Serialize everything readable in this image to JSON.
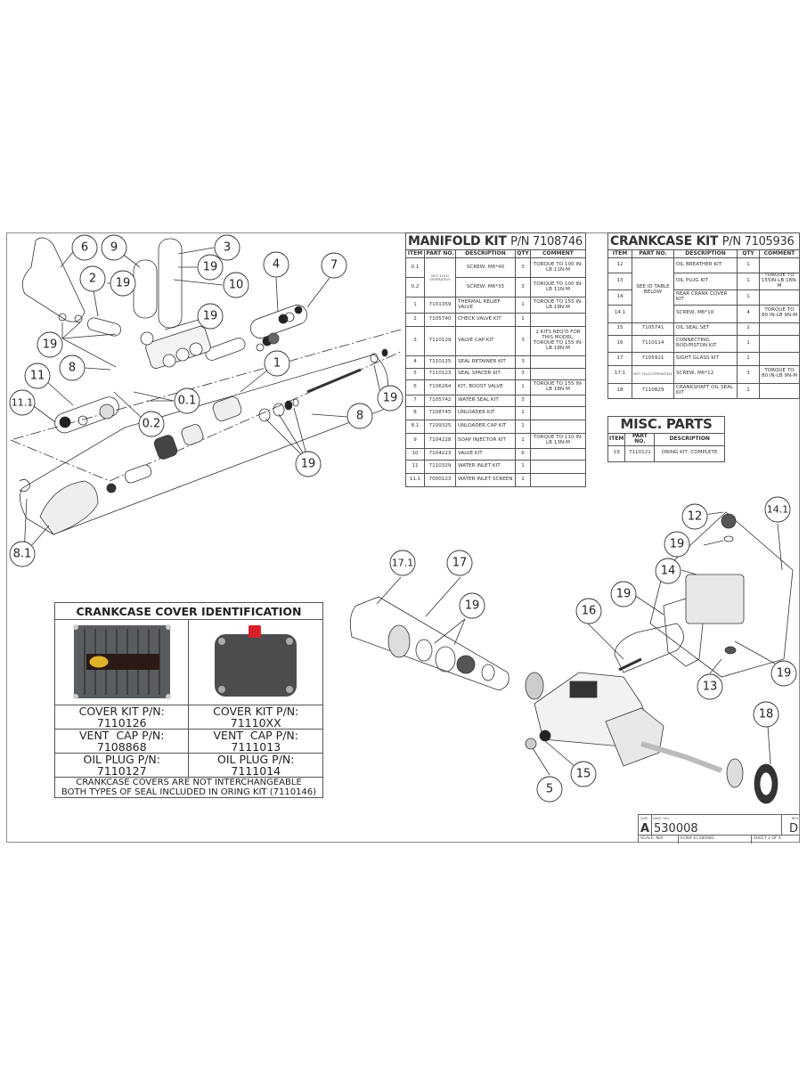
{
  "manifold_kit": {
    "title": "MANIFOLD KIT",
    "pn_label": "P/N 7108746",
    "headers": [
      "ITEM",
      "PART NO.",
      "DESCRIPTION",
      "QTY",
      "COMMENT"
    ],
    "not_sold_note": "NOT SOLD SEPERATELY",
    "rows": [
      {
        "item": "0.1",
        "part": "",
        "desc": "SCREW, M6*40",
        "qty": "3",
        "comment": "TORQUE TO 100 IN-LB 11N-M"
      },
      {
        "item": "0.2",
        "part": "",
        "desc": "SCREW, M6*35",
        "qty": "3",
        "comment": "TORQUE TO 100 IN-LB 11N-M"
      },
      {
        "item": "1",
        "part": "7101359",
        "desc": "THERMAL RELIEF VALVE",
        "qty": "1",
        "comment": "TORQUE TO 155 IN-LB 18N-M"
      },
      {
        "item": "2",
        "part": "7105740",
        "desc": "CHECK VALVE KIT",
        "qty": "1",
        "comment": ""
      },
      {
        "item": "3",
        "part": "7110129",
        "desc": "VALVE CAP KIT",
        "qty": "3",
        "comment": "2 KITS REQ'D FOR THIS MODEL. TORQUE TO 155 IN-LB 18N-M"
      },
      {
        "item": "4",
        "part": "7110125",
        "desc": "SEAL RETAINER KIT",
        "qty": "3",
        "comment": ""
      },
      {
        "item": "5",
        "part": "7110123",
        "desc": "SEAL SPACER KIT",
        "qty": "3",
        "comment": ""
      },
      {
        "item": "6",
        "part": "7106264",
        "desc": "KIT, BOOST VALVE",
        "qty": "1",
        "comment": "TORQUE TO 155 IN-LB 18N-M"
      },
      {
        "item": "7",
        "part": "7105742",
        "desc": "WATER SEAL KIT",
        "qty": "3",
        "comment": ""
      },
      {
        "item": "8",
        "part": "7108745",
        "desc": "UNLOADER KIT",
        "qty": "1",
        "comment": ""
      },
      {
        "item": "8.1",
        "part": "7109325",
        "desc": "UNLOADER CAP KIT",
        "qty": "1",
        "comment": ""
      },
      {
        "item": "9",
        "part": "7104228",
        "desc": "SOAP INJECTOR KIT",
        "qty": "1",
        "comment": "TORQUE TO 110 IN-LB 13N-M"
      },
      {
        "item": "10",
        "part": "7104223",
        "desc": "VALVE KIT",
        "qty": "6",
        "comment": ""
      },
      {
        "item": "11",
        "part": "7110329",
        "desc": "WATER INLET KIT",
        "qty": "1",
        "comment": ""
      },
      {
        "item": "11.1",
        "part": "7000123",
        "desc": "WATER INLET SCREEN",
        "qty": "1",
        "comment": ""
      }
    ]
  },
  "crankcase_kit": {
    "title": "CRANKCASE KIT",
    "pn_label": "P/N 7105936",
    "headers": [
      "ITEM",
      "PART NO.",
      "DESCRIPTION",
      "QTY",
      "COMMENT"
    ],
    "see_id_note": "SEE ID TABLE BELOW",
    "not_sold_note": "NOT SOLD SEPERATELY",
    "rows": [
      {
        "item": "12",
        "part": "",
        "desc": "OIL BREATHER KIT",
        "qty": "1",
        "comment": ""
      },
      {
        "item": "13",
        "part": "",
        "desc": "OIL PLUG KIT",
        "qty": "1",
        "comment": "TORQUE TO 155IN-LB 18N-M"
      },
      {
        "item": "14",
        "part": "",
        "desc": "REAR CRANK COVER KIT",
        "qty": "1",
        "comment": ""
      },
      {
        "item": "14.1",
        "part": "",
        "desc": "SCREW, M6*10",
        "qty": "4",
        "comment": "TORQUE TO 80 IN-LB 9N-M"
      },
      {
        "item": "15",
        "part": "7105741",
        "desc": "OIL SEAL SET",
        "qty": "1",
        "comment": ""
      },
      {
        "item": "16",
        "part": "7110114",
        "desc": "CONNECTING ROD/PISTON KIT",
        "qty": "1",
        "comment": ""
      },
      {
        "item": "17",
        "part": "7105921",
        "desc": "SIGHT GLASS KIT",
        "qty": "1",
        "comment": ""
      },
      {
        "item": "17.1",
        "part": "",
        "desc": "SCREW, M6*12",
        "qty": "3",
        "comment": "TORQUE TO 80 IN-LB 9N-M"
      },
      {
        "item": "18",
        "part": "7110829",
        "desc": "CRANKSHAFT OIL SEAL KIT",
        "qty": "1",
        "comment": ""
      }
    ]
  },
  "misc_parts": {
    "title": "MISC. PARTS",
    "headers": [
      "ITEM",
      "PART NO.",
      "DESCRIPTION"
    ],
    "rows": [
      {
        "item": "19",
        "part": "7110121",
        "desc": "ORING KIT, COMPLETE"
      }
    ]
  },
  "cover_identification": {
    "title": "CRANKCASE COVER IDENTIFICATION",
    "left": {
      "cover_kit_label": "COVER KIT P/N:",
      "cover_kit": "7110126",
      "vent_cap_label": "VENT  CAP P/N:",
      "vent_cap": "7108868",
      "oil_plug_label": "OIL PLUG P/N:",
      "oil_plug": "7110127"
    },
    "right": {
      "cover_kit_label": "COVER KIT P/N:",
      "cover_kit": "71110XX",
      "vent_cap_label": "VENT  CAP P/N:",
      "vent_cap": "7111013",
      "oil_plug_label": "OIL PLUG P/N:",
      "oil_plug": "7111014"
    },
    "note_line1": "CRANKCASE COVERS ARE NOT INTERCHANGEABLE",
    "note_line2": "BOTH TYPES OF SEAL INCLUDED IN ORING KIT (7110146)"
  },
  "title_block": {
    "size_label": "SIZE",
    "size": "A",
    "dwg_label": "DWG.  NO.",
    "dwg_no": "530008",
    "rev_label": "REV.",
    "rev": "D",
    "scale": "SCALE:   N/A",
    "ecn": "ECN#   EC180083",
    "sheet": "SHEET 2 OF 4"
  },
  "callouts": {
    "c6": "6",
    "c9": "9",
    "c3": "3",
    "c19a": "19",
    "c4": "4",
    "c7": "7",
    "c2": "2",
    "c19b": "19",
    "c10": "10",
    "c19c": "19",
    "c19d": "19",
    "c8a": "8",
    "c11": "11",
    "c111": "11.1",
    "c1": "1",
    "c01": "0.1",
    "c02": "0.2",
    "c19e": "19",
    "c8b": "8",
    "c19f": "19",
    "c81": "8.1",
    "c12": "12",
    "c141": "14.1",
    "c192": "19",
    "c14": "14",
    "c171": "17.1",
    "c17": "17",
    "c19g": "19",
    "c19h": "19",
    "c16": "16",
    "c19i": "19",
    "c13": "13",
    "c18": "18",
    "c5": "5",
    "c15": "15"
  }
}
